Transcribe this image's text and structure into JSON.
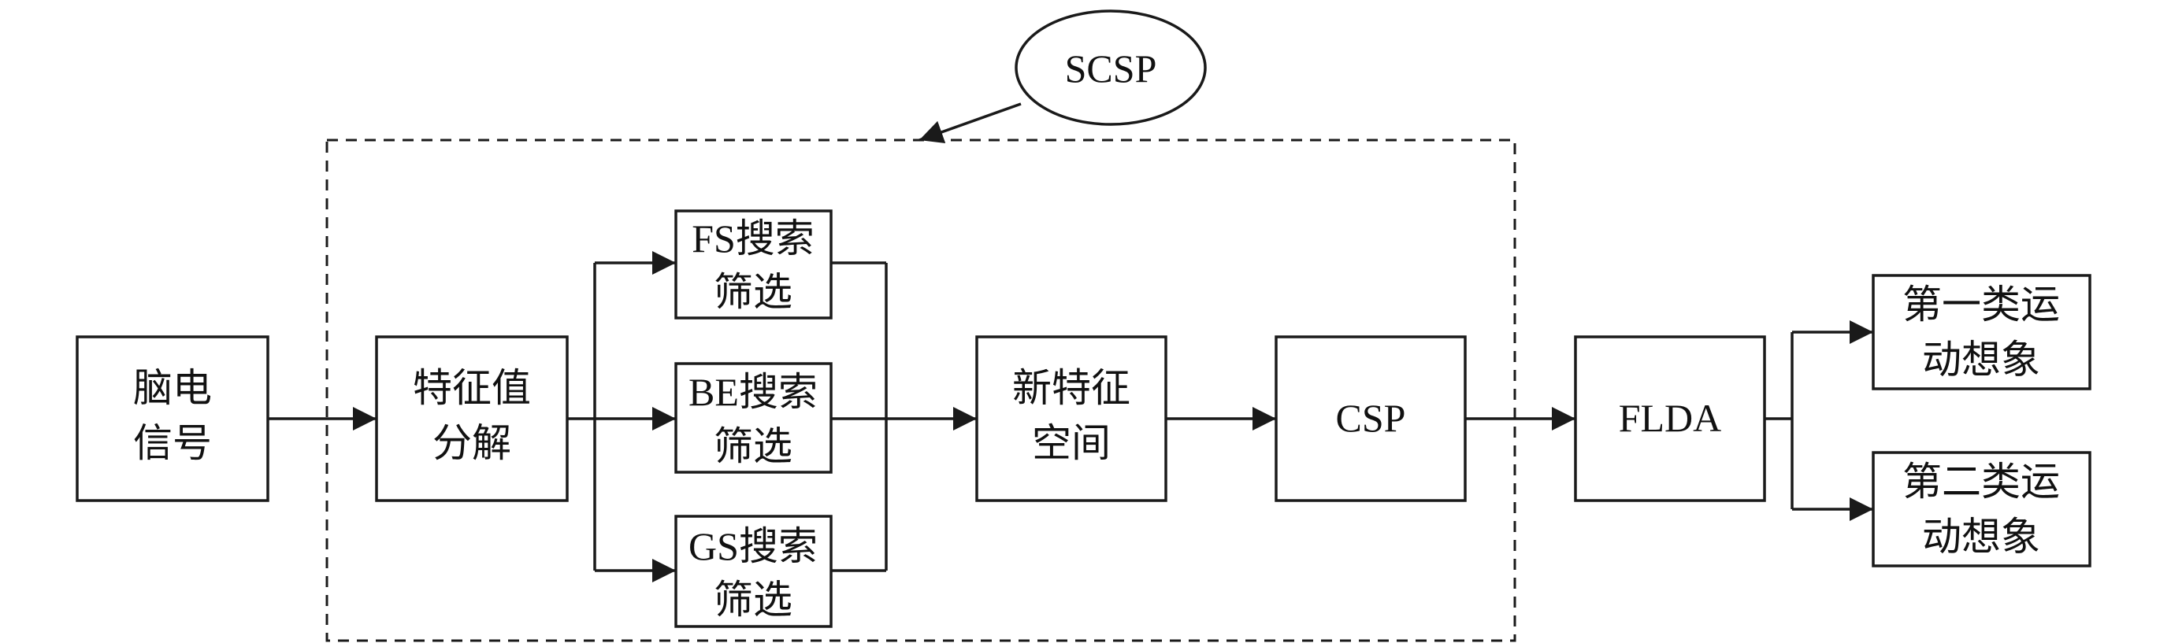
{
  "nodes": {
    "eeg": {
      "lines": [
        "脑电",
        "信号"
      ]
    },
    "eigen": {
      "lines": [
        "特征值",
        "分解"
      ]
    },
    "fs": {
      "lines": [
        "FS搜索",
        "筛选"
      ]
    },
    "be": {
      "lines": [
        "BE搜索",
        "筛选"
      ]
    },
    "gs": {
      "lines": [
        "GS搜索",
        "筛选"
      ]
    },
    "newspace": {
      "lines": [
        "新特征",
        "空间"
      ]
    },
    "csp": {
      "lines": [
        "CSP"
      ]
    },
    "flda": {
      "lines": [
        "FLDA"
      ]
    },
    "class1": {
      "lines": [
        "第一类运",
        "动想象"
      ]
    },
    "class2": {
      "lines": [
        "第二类运",
        "动想象"
      ]
    }
  },
  "group": {
    "label": "SCSP"
  }
}
